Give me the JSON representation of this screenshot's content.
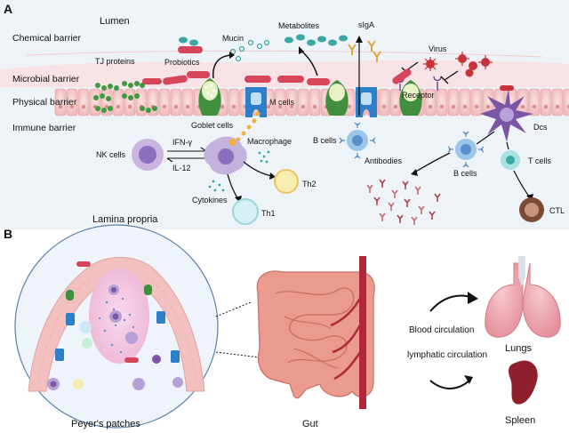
{
  "panel_a": {
    "letter": "A",
    "lumen": "Lumen",
    "chemical_barrier": "Chemical barrier",
    "microbial_barrier": "Microbial barrier",
    "physical_barrier": "Physical barrier",
    "immune_barrier": "Immune barrier",
    "tj_proteins": "TJ proteins",
    "probiotics": "Probiotics",
    "mucin": "Mucin",
    "metabolites": "Metabolites",
    "siga": "sIgA",
    "virus": "Virus",
    "receptor": "Receptor",
    "goblet_cells": "Goblet cells",
    "m_cells": "M cells",
    "b_cells_top": "B cells",
    "dcs": "Dcs",
    "nk_cells": "NK cells",
    "ifn": "IFN-γ",
    "il12": "IL-12",
    "macrophage": "Macrophage",
    "cytokines": "Cytokines",
    "th2": "Th2",
    "th1": "Th1",
    "antibodies": "Antibodies",
    "b_cells": "B cells",
    "t_cells": "T cells",
    "ctl": "CTL",
    "lamina_propria": "Lamina propria"
  },
  "panel_b": {
    "letter": "B",
    "peyers_patches": "Peyer's patches",
    "gut": "Gut",
    "blood_circulation": "Blood circulation",
    "lymphatic_circulation": "lymphatic circulation",
    "lungs": "Lungs",
    "spleen": "Spleen"
  },
  "colors": {
    "background_a": "#eef3f7",
    "mucus": "#f7e1e3",
    "epithelium": "#f2c2c2",
    "goblet": "#3f8f3f",
    "m_cell": "#2e7fc9",
    "probiotic": "#d6455a",
    "virus": "#c8323a",
    "dc": "#7b55a6",
    "tj": "#3d9b3d",
    "antibody": "#b0414e",
    "teal": "#3aa7a3",
    "lung": "#f0a8b0",
    "spleen": "#8f1f2b",
    "gut": "#eb9a8e",
    "vessel": "#b0283a"
  },
  "icons": [
    "goblet-cell-icon",
    "m-cell-icon",
    "virus-icon",
    "dendritic-cell-icon",
    "nk-cell-icon",
    "macrophage-icon",
    "b-cell-icon",
    "t-cell-icon",
    "ctl-icon",
    "antibody-icon",
    "lungs-icon",
    "spleen-icon",
    "intestine-icon",
    "blood-vessel-icon"
  ]
}
